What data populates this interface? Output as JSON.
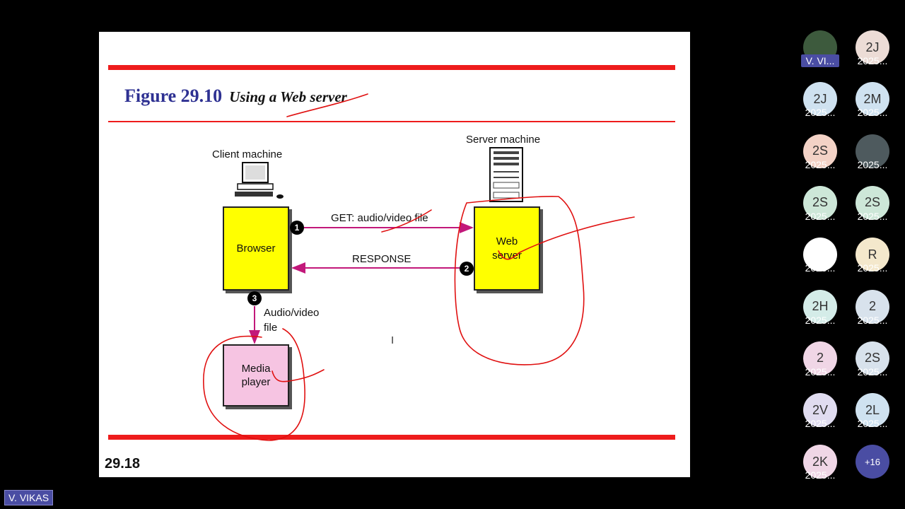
{
  "slide": {
    "figure_number": "Figure 29.10",
    "figure_caption": "Using a Web server",
    "slide_number": "29.18",
    "client_label": "Client machine",
    "server_label": "Server machine",
    "browser_label": "Browser",
    "web_server_line1": "Web",
    "web_server_line2": "server",
    "media_line1": "Media",
    "media_line2": "player",
    "request_label": "GET: audio/video file",
    "response_label": "RESPONSE",
    "file_line1": "Audio/video",
    "file_line2": "file",
    "steps": [
      "1",
      "2",
      "3"
    ],
    "colors": {
      "bar": "#ee1c1c",
      "title": "#2e3192",
      "box": "#ffff00",
      "media": "#f6c4e2",
      "arrow": "#c2187a",
      "ink": "#e01010"
    }
  },
  "participants": [
    {
      "initials": "",
      "name": "V. VI...",
      "color": "#3d5a3d"
    },
    {
      "initials": "2J",
      "name": "2025...",
      "color": "#ecdcd6"
    },
    {
      "initials": "2J",
      "name": "2025...",
      "color": "#cfe2f0"
    },
    {
      "initials": "2M",
      "name": "2025...",
      "color": "#cfe2f0"
    },
    {
      "initials": "2S",
      "name": "2025...",
      "color": "#f3d2c6"
    },
    {
      "initials": "",
      "name": "2025...",
      "color": "#4e5a5e"
    },
    {
      "initials": "2S",
      "name": "2025...",
      "color": "#cde7d8"
    },
    {
      "initials": "2S",
      "name": "2025...",
      "color": "#cde7d8"
    },
    {
      "initials": "",
      "name": "2025...",
      "color": "#ffffff"
    },
    {
      "initials": "R",
      "name": "2025...",
      "color": "#f4e8cc"
    },
    {
      "initials": "2H",
      "name": "2025...",
      "color": "#d4ece8"
    },
    {
      "initials": "2",
      "name": "2025...",
      "color": "#d8e2ec"
    },
    {
      "initials": "2",
      "name": "2025...",
      "color": "#f0d6e6"
    },
    {
      "initials": "2S",
      "name": "2025...",
      "color": "#d8e2ec"
    },
    {
      "initials": "2V",
      "name": "2025...",
      "color": "#e0dcf0"
    },
    {
      "initials": "2L",
      "name": "2025...",
      "color": "#cfe2f0"
    },
    {
      "initials": "2K",
      "name": "2025...",
      "color": "#f0d6e6"
    },
    {
      "initials": "+16",
      "name": "",
      "color": "#4a4da3"
    }
  ],
  "presenter_name": "V. VIKAS"
}
